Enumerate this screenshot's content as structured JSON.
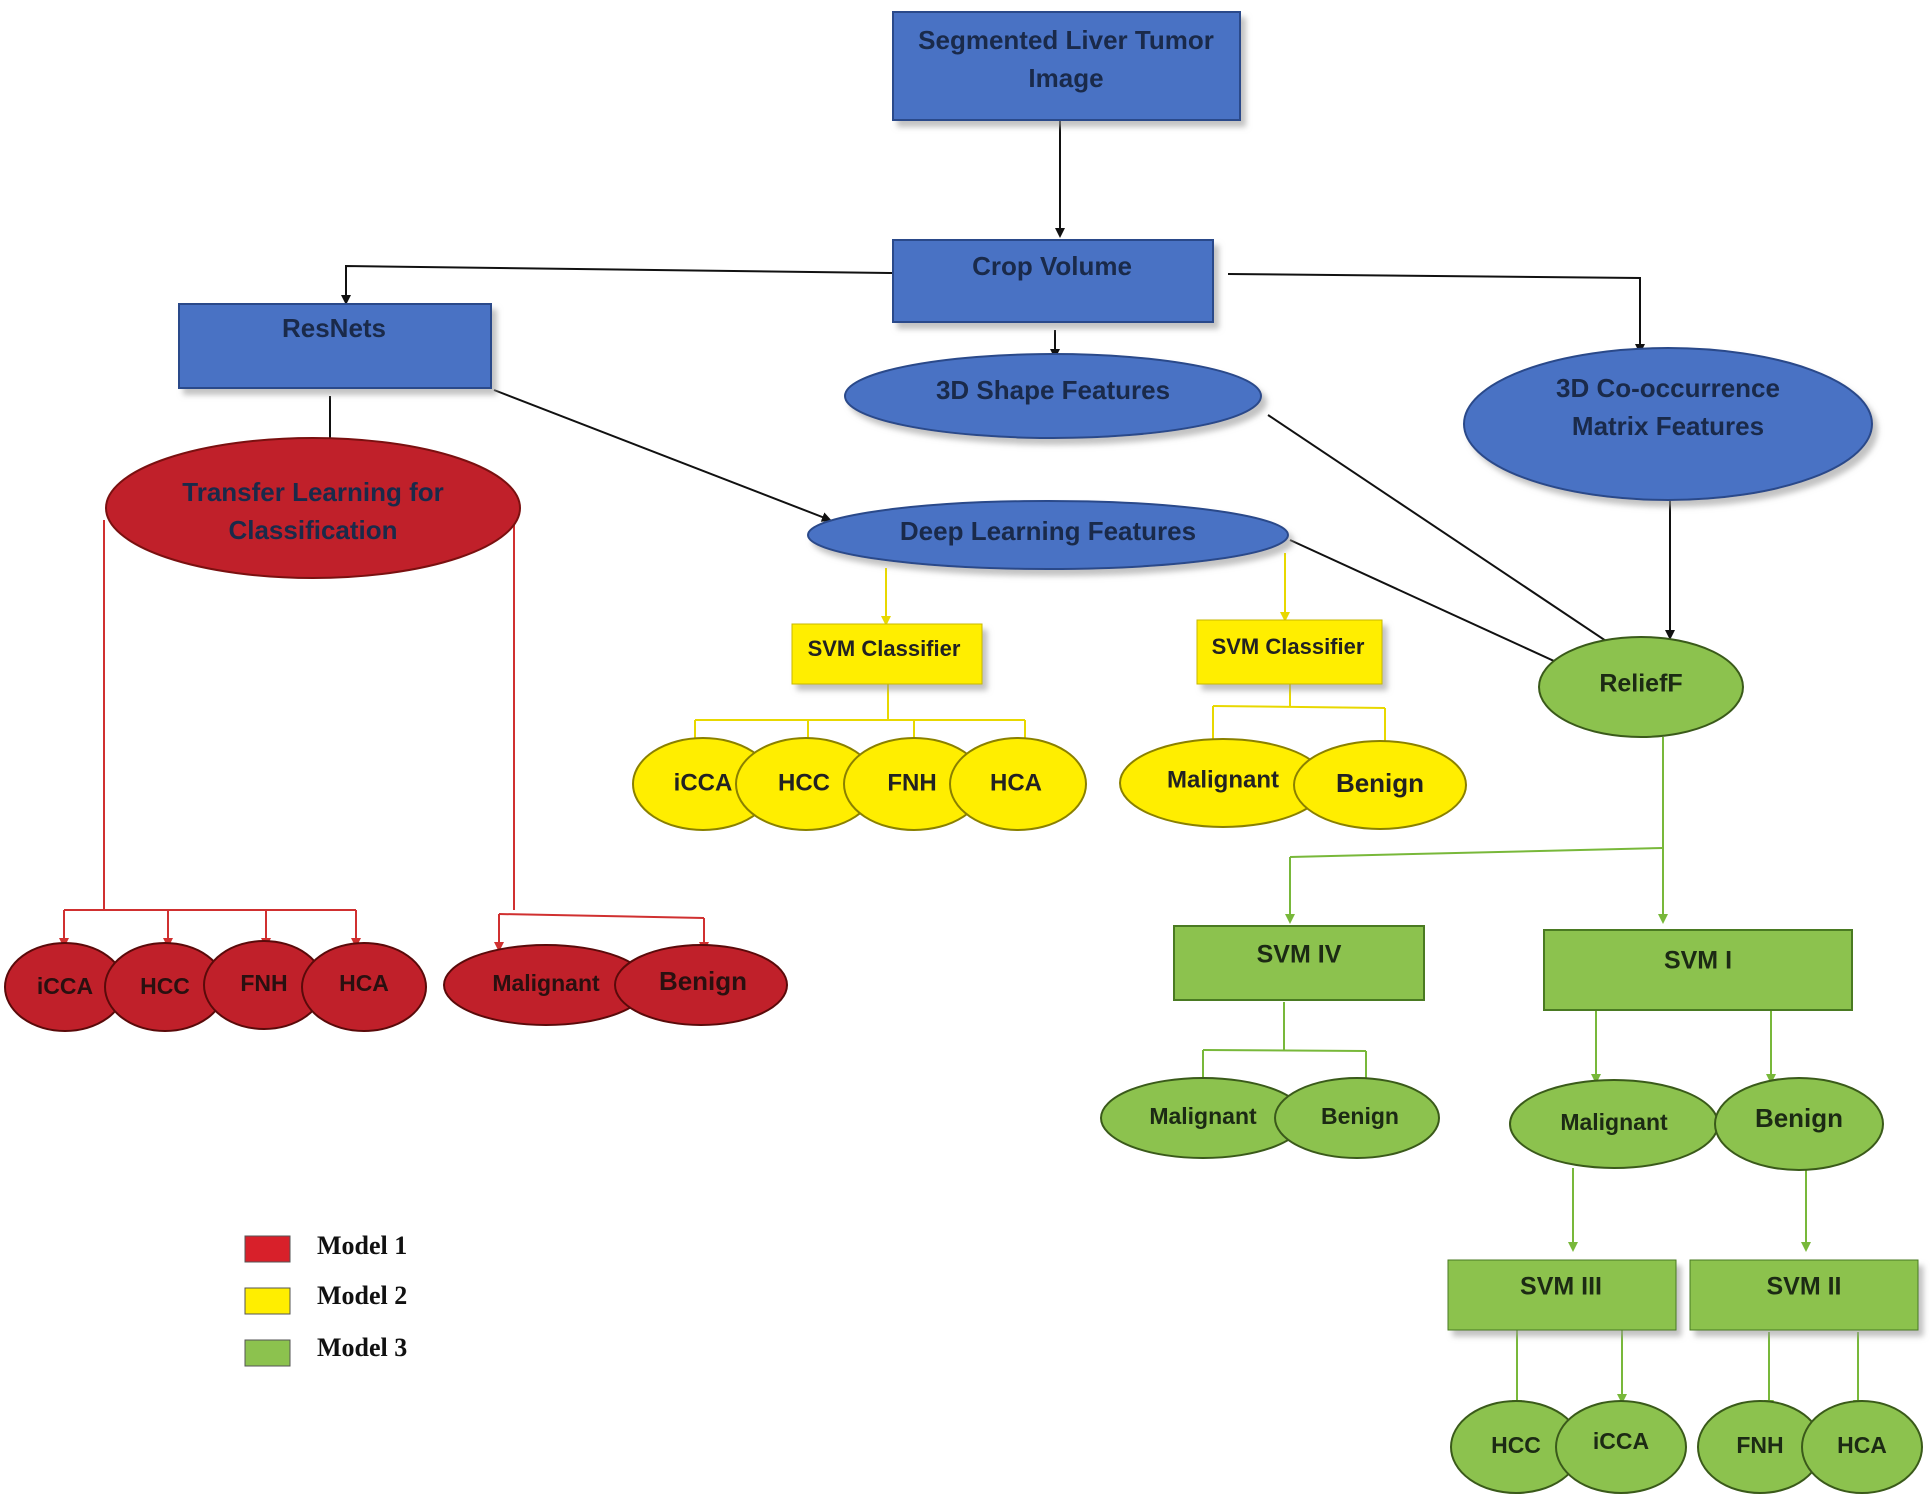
{
  "colors": {
    "blue": "#4a72c4",
    "red": "#c0202a",
    "yellow": "#ffee00",
    "green": "#8cc24e",
    "black_line": "#111111"
  },
  "nodes": {
    "segmented": [
      "Segmented Liver Tumor",
      "Image"
    ],
    "crop": "Crop Volume",
    "resnets": "ResNets",
    "shape3d": "3D Shape Features",
    "cooc3d": [
      "3D Co-occurrence",
      "Matrix Features"
    ],
    "transfer": [
      "Transfer Learning for",
      "Classification"
    ],
    "deep": "Deep Learning Features",
    "svm_cls_1": "SVM Classifier",
    "svm_cls_2": "SVM Classifier",
    "relieff": "ReliefF",
    "svm_iv": "SVM IV",
    "svm_i": "SVM I",
    "svm_iii": "SVM III",
    "svm_ii": "SVM II"
  },
  "leaves": {
    "red_four": [
      "iCCA",
      "HCC",
      "FNH",
      "HCA"
    ],
    "red_two": [
      "Malignant",
      "Benign"
    ],
    "yellow_four": [
      "iCCA",
      "HCC",
      "FNH",
      "HCA"
    ],
    "yellow_two": [
      "Malignant",
      "Benign"
    ],
    "green_iv": [
      "Malignant",
      "Benign"
    ],
    "green_i": [
      "Malignant",
      "Benign"
    ],
    "green_iii": [
      "HCC",
      "iCCA"
    ],
    "green_ii": [
      "FNH",
      "HCA"
    ]
  },
  "legend": [
    {
      "label": "Model 1",
      "color": "#d8202a"
    },
    {
      "label": "Model 2",
      "color": "#ffee00"
    },
    {
      "label": "Model 3",
      "color": "#8cc24e"
    }
  ]
}
